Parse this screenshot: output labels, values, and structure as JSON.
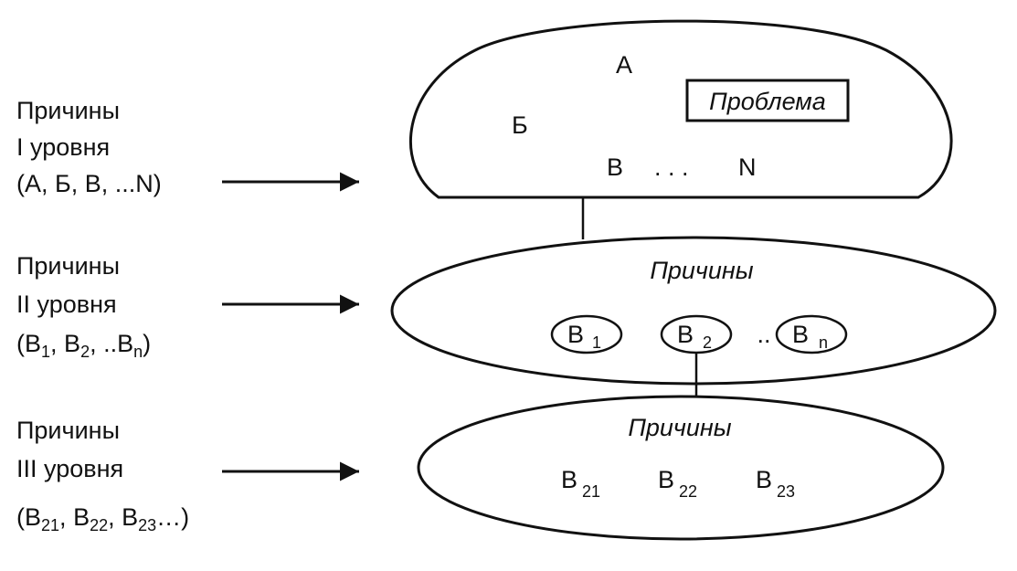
{
  "levels": [
    {
      "line1": "Причины",
      "line2": "I уровня",
      "line3": "(А, Б, В, ...N)"
    },
    {
      "line1": "Причины",
      "line2": "II уровня",
      "list": {
        "open": "(",
        "b1": "В",
        "s1": "1",
        "sep1": ", ",
        "b2": "В",
        "s2": "2",
        "sep2": ", ..",
        "bn": "В",
        "sn": "n",
        "close": ")"
      }
    },
    {
      "line1": "Причины",
      "line2": "III уровня",
      "list": {
        "open": "(",
        "b1": "В",
        "s1": "21",
        "sep1": ", ",
        "b2": "В",
        "s2": "22",
        "sep2": ", ",
        "b3": "В",
        "s3": "23",
        "close": "…)"
      }
    }
  ],
  "top_shape": {
    "letters": {
      "a": "А",
      "b": "Б",
      "v": "В",
      "dots": ". . .",
      "n": "N"
    },
    "problem_box": "Проблема"
  },
  "middle_ellipse": {
    "title": "Причины",
    "causes": [
      {
        "base": "В",
        "sub": "1"
      },
      {
        "base": "В",
        "sub": "2"
      },
      {
        "base": "В",
        "sub": "n"
      }
    ],
    "dots": ".."
  },
  "bottom_ellipse": {
    "title": "Причины",
    "causes": [
      {
        "base": "В",
        "sub": "21"
      },
      {
        "base": "В",
        "sub": "22"
      },
      {
        "base": "В",
        "sub": "23"
      }
    ]
  }
}
